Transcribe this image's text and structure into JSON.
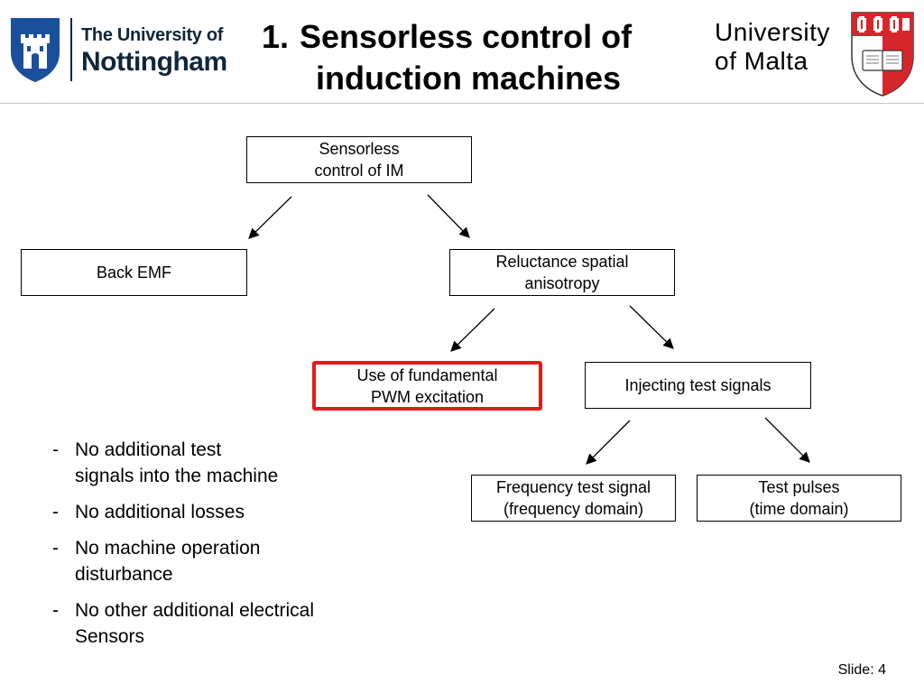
{
  "header": {
    "uon_logo": {
      "line1": "The University of",
      "line2": "Nottingham"
    },
    "title": {
      "number": "1.",
      "line1": "Sensorless control of",
      "line2": "induction machines"
    },
    "uom_logo": {
      "line1": "University",
      "line2": "of Malta"
    }
  },
  "diagram": {
    "root": {
      "line1": "Sensorless",
      "line2": "control of IM"
    },
    "back_emf": {
      "line1": "Back EMF"
    },
    "reluctance": {
      "line1": "Reluctance spatial",
      "line2": "anisotropy"
    },
    "fundamental": {
      "line1": "Use of fundamental",
      "line2": "PWM excitation"
    },
    "injecting": {
      "line1": "Injecting test signals"
    },
    "frequency": {
      "line1": "Frequency test signal",
      "line2": "(frequency domain)"
    },
    "pulses": {
      "line1": "Test pulses",
      "line2": "(time domain)"
    }
  },
  "bullets": [
    {
      "marker": "-",
      "line1": "No additional test",
      "line2": "signals into the machine"
    },
    {
      "marker": "-",
      "line1": "No additional losses",
      "line2": ""
    },
    {
      "marker": "-",
      "line1": "No machine operation",
      "line2": "disturbance"
    },
    {
      "marker": "-",
      "line1": "No other additional electrical",
      "line2": "Sensors"
    }
  ],
  "footer": {
    "slide_number": "Slide: 4"
  },
  "colors": {
    "uon_navy": "#10263b",
    "uon_blue": "#1a4f9c",
    "highlight_red": "#e01b1b",
    "malta_red": "#d7262b"
  }
}
